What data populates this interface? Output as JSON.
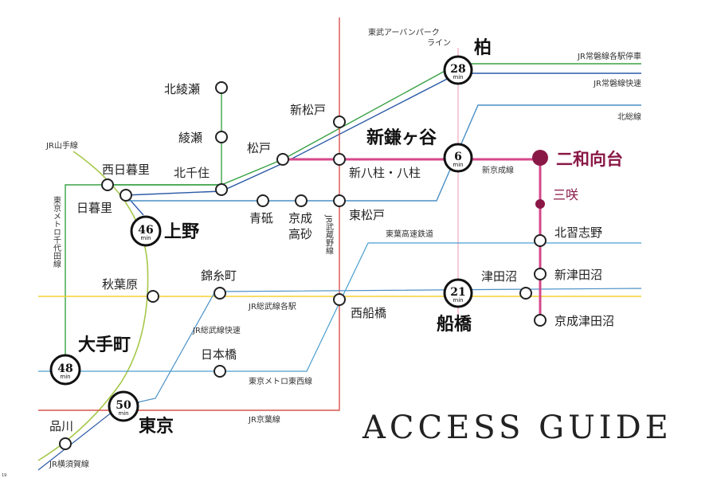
{
  "title": "ACCESS GUIDE",
  "colors": {
    "yamanote": "#a6c84a",
    "joban_local": "#3aa246",
    "joban_rapid": "#2b5aa6",
    "urban_park": "#f2b6c8",
    "musashino": "#d9534f",
    "keisei": "#4a8fc4",
    "hokuso": "#4a8fc4",
    "sobu_local": "#f5d130",
    "sobu_rapid": "#4a8fc4",
    "chiyoda": "#3aa246",
    "tozai": "#4a9fd0",
    "toyo": "#4a9fd0",
    "keiyo": "#d9534f",
    "yokosuka": "#2b5aa6",
    "shinkeisei": "#d6488a",
    "destination": "#8a1846"
  },
  "lines": {
    "urban_park": "東武アーバンパーク\nライン",
    "joban_local": "JR常磐線各駅停車",
    "joban_rapid": "JR常磐線快速",
    "hokuso": "北総線",
    "shinkeisei": "新京成線",
    "yamanote": "JR山手線",
    "chiyoda": "東京メトロ千代田線",
    "musashino": "JR武蔵野線",
    "toyo": "東葉高速鉄道",
    "sobu_local": "JR総武線各駅",
    "sobu_rapid": "JR総武線快速",
    "tozai": "東京メトロ東西線",
    "keiyo": "JR京葉線",
    "yokosuka": "JR横須賀線"
  },
  "stations": {
    "kashiwa": "柏",
    "kitaayase": "北綾瀬",
    "ayase": "綾瀬",
    "shinmatsudo": "新松戸",
    "matsudo": "松戸",
    "kitasenju": "北千住",
    "nishinippori": "西日暮里",
    "nippori": "日暮里",
    "ueno": "上野",
    "aoto": "青砥",
    "keiseitakasago": "京成\n高砂",
    "higashimatsudo": "東松戸",
    "shinkamagaya": "新鎌ヶ谷",
    "shinyahashira": "新八柱・八柱",
    "futawamukodai": "二和向台",
    "misaki": "三咲",
    "kitanarashino": "北習志野",
    "shintsudanuma": "新津田沼",
    "keiseitsudanuma": "京成津田沼",
    "tsudanuma": "津田沼",
    "funabashi": "船橋",
    "nishifunabashi": "西船橋",
    "kinshicho": "錦糸町",
    "akihabara": "秋葉原",
    "nihonbashi": "日本橋",
    "otemachi": "大手町",
    "tokyo": "東京",
    "shinagawa": "品川"
  },
  "times": {
    "kashiwa": "28",
    "shinkamagaya": "6",
    "ueno": "46",
    "funabashi": "21",
    "otemachi": "48",
    "tokyo": "50",
    "unit": "min"
  },
  "corner_mark": "19"
}
